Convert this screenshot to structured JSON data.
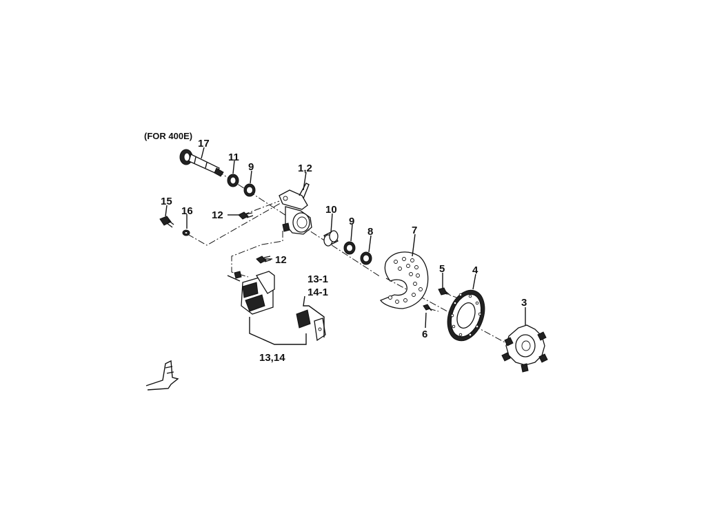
{
  "diagram": {
    "note": "(FOR 400E)",
    "labels": {
      "p17": "17",
      "p11": "11",
      "p9a": "9",
      "p12": "1,2",
      "p15": "15",
      "p16": "16",
      "p12a": "12",
      "p10": "10",
      "p9b": "9",
      "p8": "8",
      "p7": "7",
      "p12b": "12",
      "p5": "5",
      "p4": "4",
      "p131": "13-1",
      "p141": "14-1",
      "p3": "3",
      "p6": "6",
      "p1314": "13,14"
    }
  }
}
